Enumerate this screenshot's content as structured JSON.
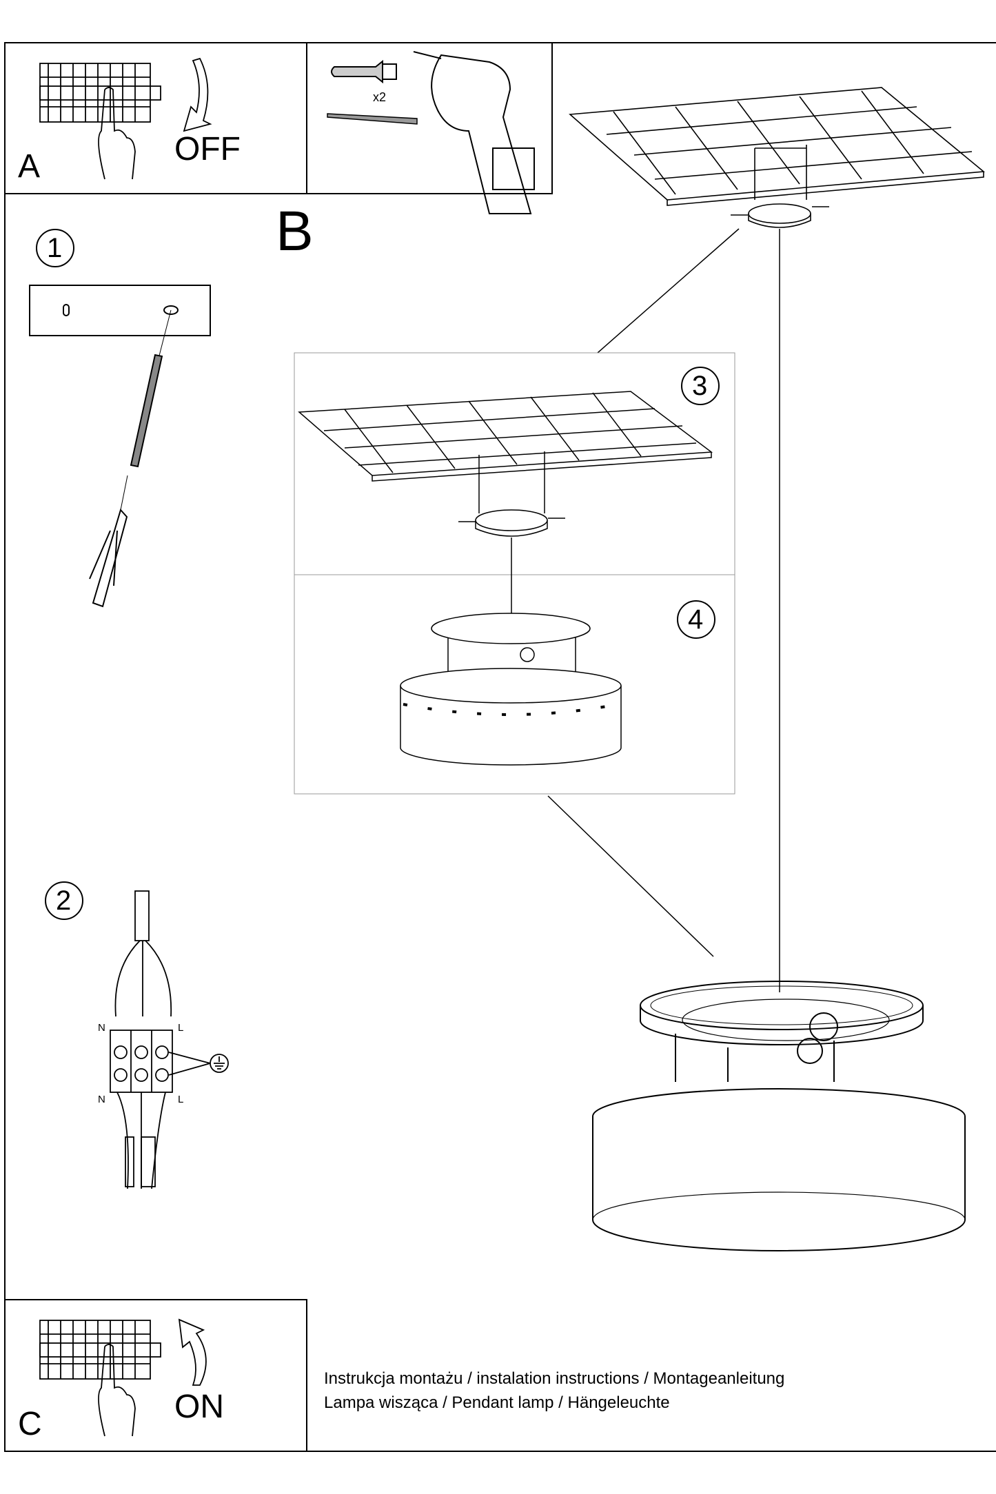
{
  "steps": {
    "a_label": "A",
    "off_label": "OFF",
    "b_label": "B",
    "c_label": "C",
    "on_label": "ON",
    "quantity_label": "x2",
    "step1": "1",
    "step2": "2",
    "step3": "3",
    "step4": "4"
  },
  "wiring": {
    "n_top": "N",
    "l_top": "L",
    "n_bottom": "N",
    "l_bottom": "L"
  },
  "caption": {
    "line1": "Instrukcja montażu / instalation instructions / Montageanleitung",
    "line2": "Lampa wisząca / Pendant lamp / Hängeleuchte"
  }
}
